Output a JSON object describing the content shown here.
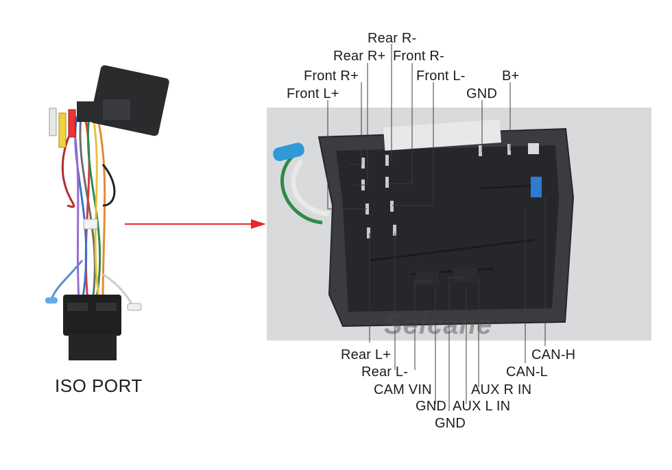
{
  "iso_port_label": "ISO PORT",
  "watermark": "Seicane",
  "colors": {
    "arrow": "#e8262b",
    "connector_body": "#3a3c40",
    "photo_bg": "#d9dadc",
    "leader_line": "#3b3b3b"
  },
  "pin_labels_top": {
    "rear_r_minus": "Rear R-",
    "rear_r_plus": "Rear R+",
    "front_r_minus": "Front R-",
    "front_r_plus": "Front R+",
    "front_l_minus": "Front L-",
    "b_plus": "B+",
    "front_l_plus": "Front L+",
    "gnd_top": "GND"
  },
  "pin_labels_bottom": {
    "rear_l_plus": "Rear L+",
    "rear_l_minus": "Rear L-",
    "cam_vin": "CAM VIN",
    "gnd_1": "GND",
    "gnd_2": "GND",
    "aux_r_in": "AUX R IN",
    "aux_l_in": "AUX L IN",
    "can_h": "CAN-H",
    "can_l": "CAN-L"
  }
}
